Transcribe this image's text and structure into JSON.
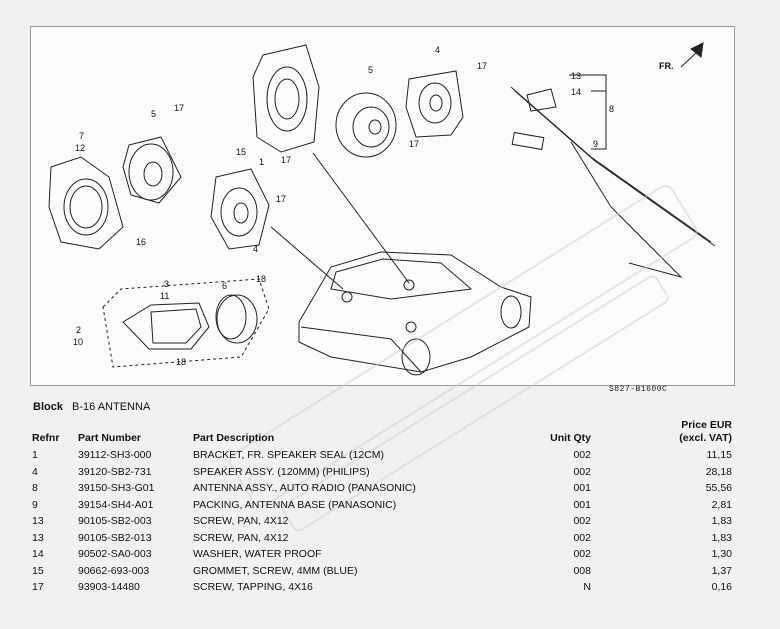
{
  "diagram": {
    "code": "S827-B1600C",
    "direction_label": "FR.",
    "callouts": [
      "1",
      "2",
      "3",
      "4",
      "5",
      "6",
      "7",
      "8",
      "9",
      "10",
      "11",
      "12",
      "13",
      "14",
      "15",
      "16",
      "17",
      "18"
    ]
  },
  "block": {
    "label": "Block",
    "value": "B-16 ANTENNA"
  },
  "table": {
    "headers": {
      "ref": "Refnr",
      "part_number": "Part Number",
      "description": "Part Description",
      "qty": "Unit Qty",
      "price_line1": "Price EUR",
      "price_line2": "(excl. VAT)"
    },
    "rows": [
      {
        "ref": "1",
        "pn": "39112-SH3-000",
        "desc": "BRACKET, FR. SPEAKER SEAL (12CM)",
        "qty": "002",
        "price": "11,15"
      },
      {
        "ref": "4",
        "pn": "39120-SB2-731",
        "desc": "SPEAKER ASSY. (120MM) (PHILIPS)",
        "qty": "002",
        "price": "28,18"
      },
      {
        "ref": "8",
        "pn": "39150-SH3-G01",
        "desc": "ANTENNA ASSY., AUTO RADIO (PANASONIC)",
        "qty": "001",
        "price": "55,56"
      },
      {
        "ref": "9",
        "pn": "39154-SH4-A01",
        "desc": "PACKING, ANTENNA BASE (PANASONIC)",
        "qty": "001",
        "price": "2,81"
      },
      {
        "ref": "13",
        "pn": "90105-SB2-003",
        "desc": "SCREW, PAN, 4X12",
        "qty": "002",
        "price": "1,83"
      },
      {
        "ref": "13",
        "pn": "90105-SB2-013",
        "desc": "SCREW, PAN, 4X12",
        "qty": "002",
        "price": "1,83"
      },
      {
        "ref": "14",
        "pn": "90502-SA0-003",
        "desc": "WASHER, WATER PROOF",
        "qty": "002",
        "price": "1,30"
      },
      {
        "ref": "15",
        "pn": "90662-693-003",
        "desc": "GROMMET, SCREW, 4MM (BLUE)",
        "qty": "008",
        "price": "1,37"
      },
      {
        "ref": "17",
        "pn": "93903-14480",
        "desc": "SCREW, TAPPING, 4X16",
        "qty": "N",
        "price": "0,16"
      }
    ]
  }
}
